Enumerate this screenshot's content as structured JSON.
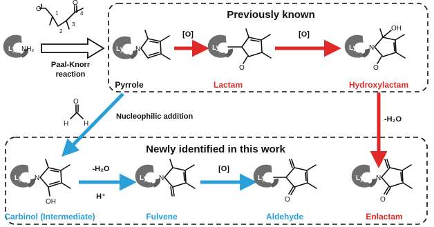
{
  "sections": {
    "known_title": "Previously known",
    "new_title": "Newly identified in this work"
  },
  "steps": {
    "paal_knorr": "Paal-Knorr",
    "reaction": "reaction",
    "oxidation_1": "[O]",
    "oxidation_2": "[O]",
    "nucleophilic": "Nucleophilic addition",
    "dehydration_1": "-H₂O",
    "proton": "H⁺",
    "oxidation_3": "[O]",
    "dehydration_2": "-H₂O"
  },
  "species": {
    "pyrrole": "Pyrrole",
    "lactam": "Lactam",
    "hydroxylactam": "Hydroxylactam",
    "carbinol": "Carbinol (Intermediate)",
    "fulvene": "Fulvene",
    "aldehyde": "Aldehyde",
    "enlactam": "Enlactam"
  },
  "atoms": {
    "lys": "Lys",
    "nh2": "NH₂",
    "n": "N",
    "o": "O",
    "oh": "OH",
    "h": "H",
    "pos1": "1",
    "pos2": "2",
    "pos3": "3",
    "pos4": "4"
  },
  "colors": {
    "red": "#e02a2a",
    "blue": "#2a9fd8",
    "protein": "#6e6e6e"
  }
}
